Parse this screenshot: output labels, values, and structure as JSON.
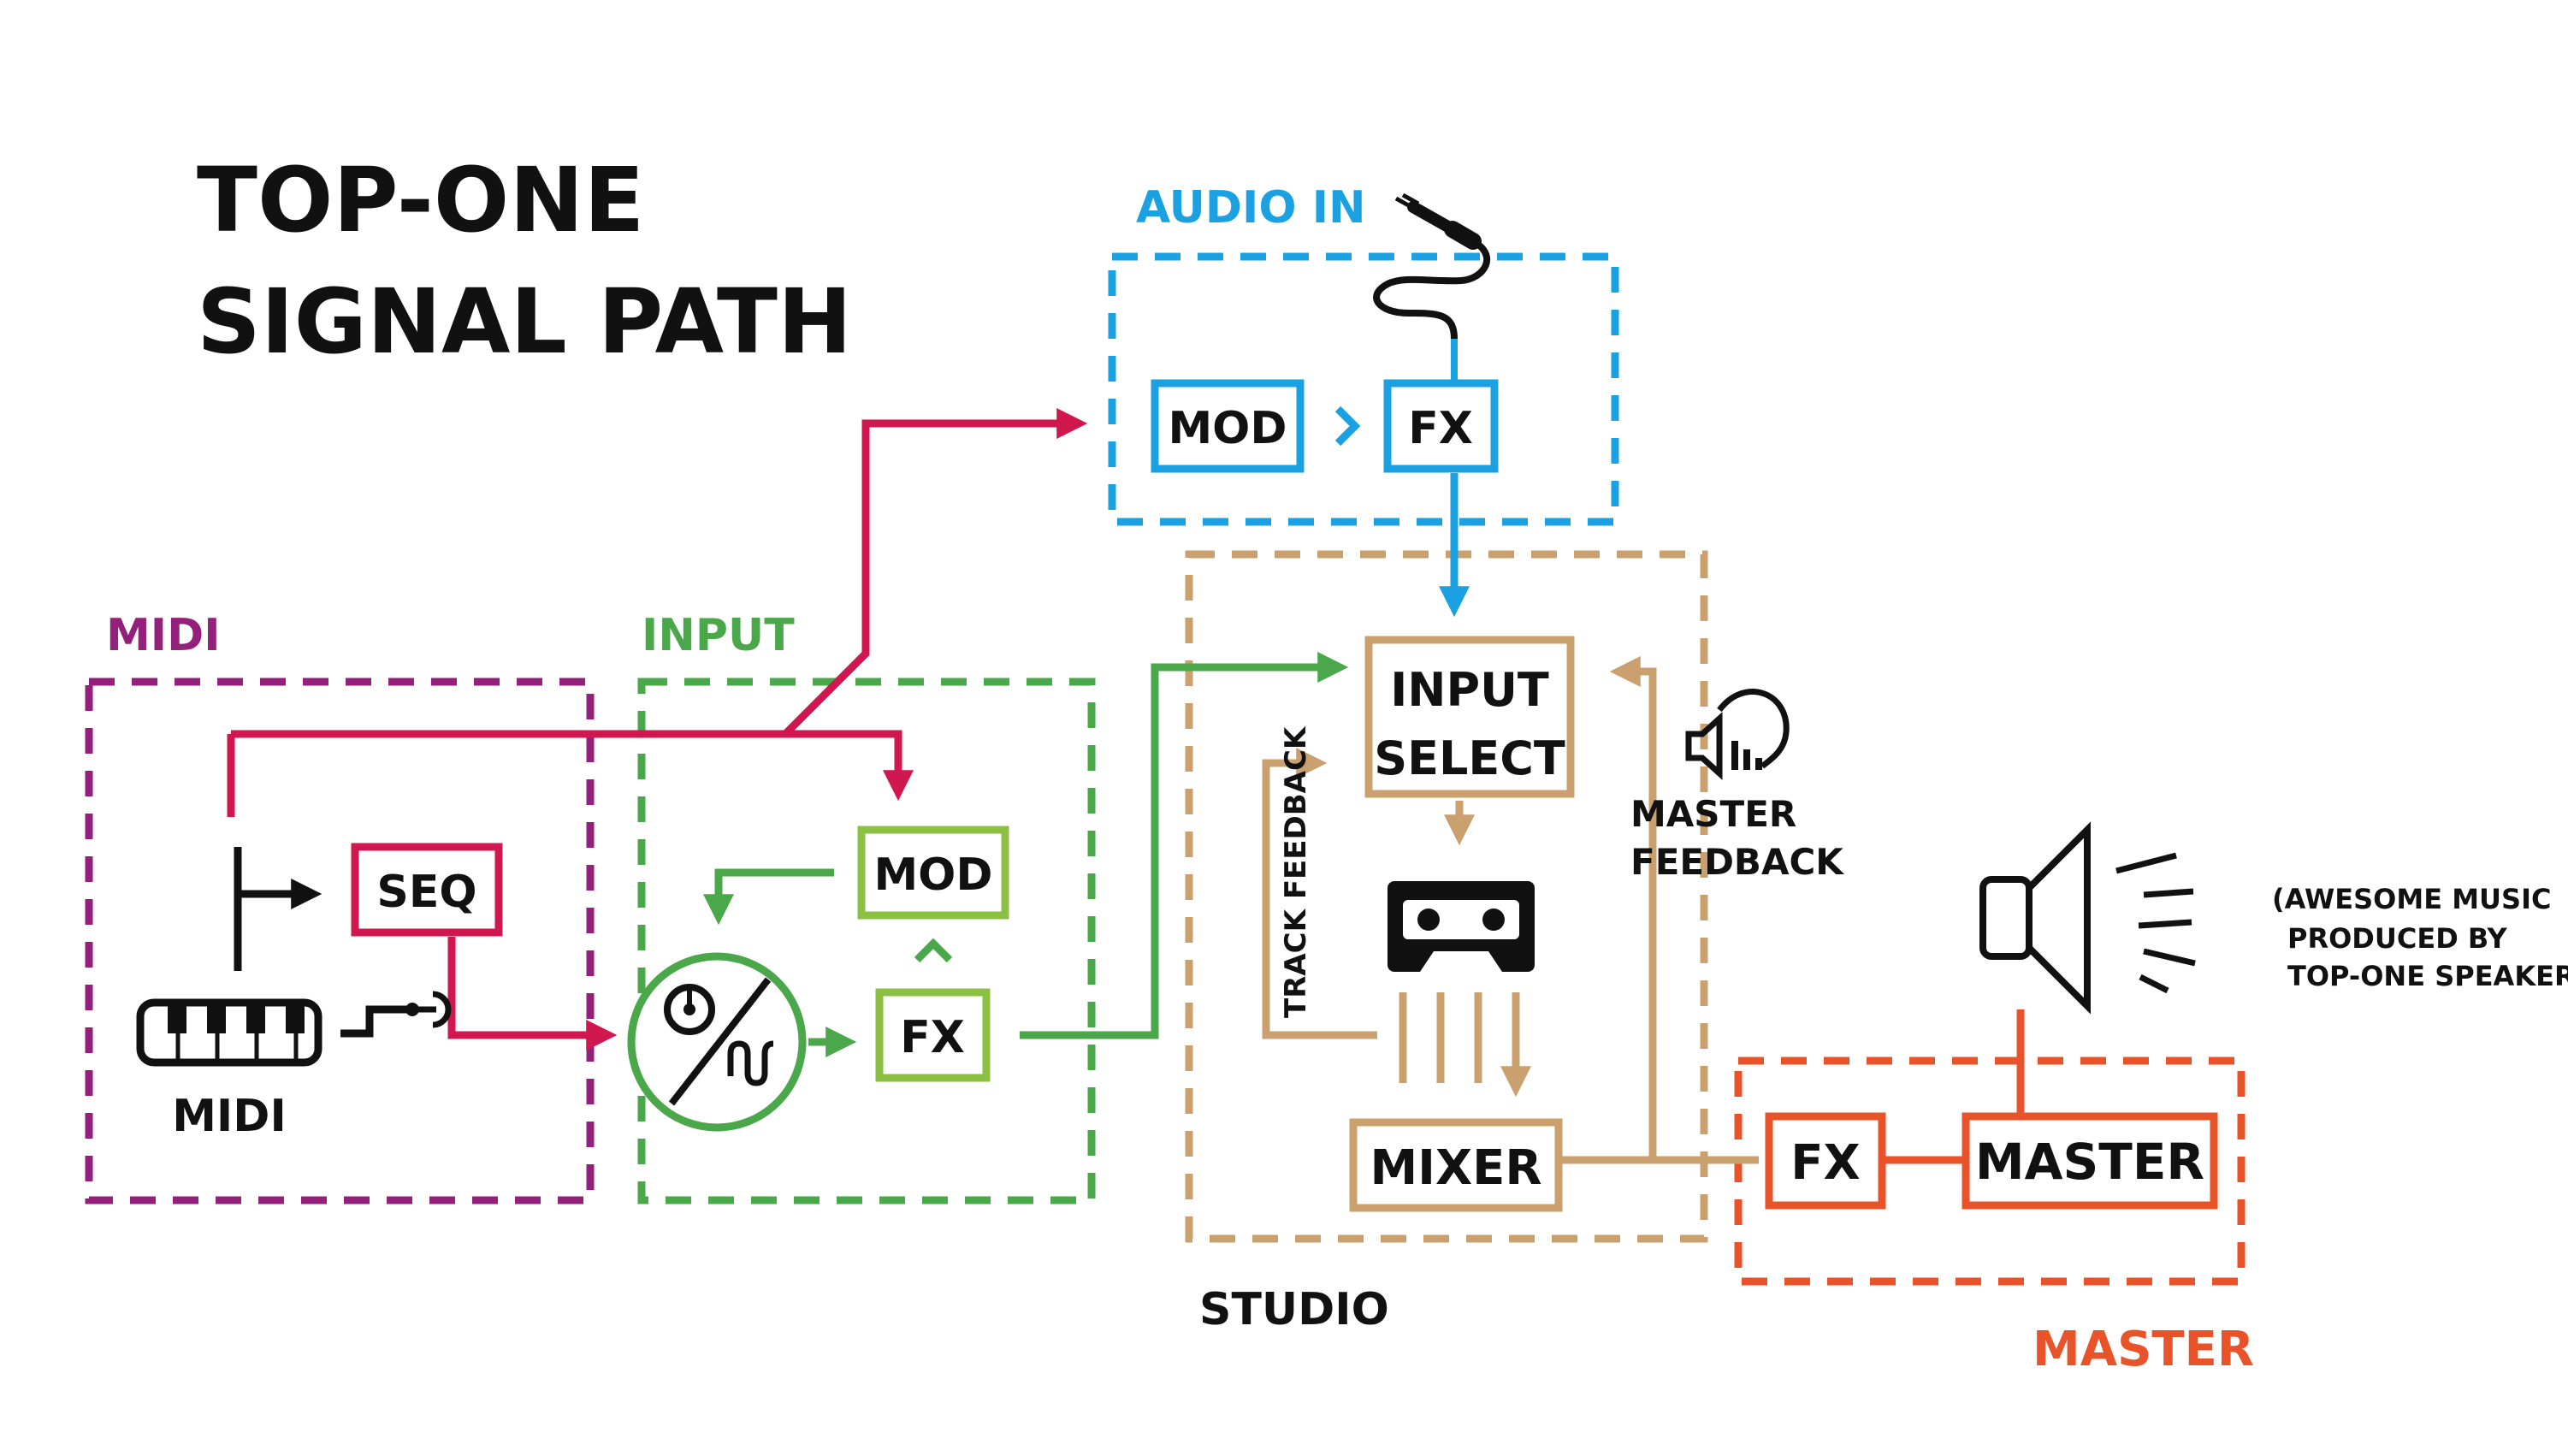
{
  "title": {
    "line1": "TOP-ONE",
    "line2": "SIGNAL PATH"
  },
  "colors": {
    "midi": "#93207a",
    "input": "#4aa84a",
    "input_light": "#8cc043",
    "audio": "#1ba1e2",
    "studio": "#c9a06e",
    "master": "#e8532a",
    "signal": "#d1174f",
    "ink": "#111111"
  },
  "sections": {
    "midi": "MIDI",
    "input": "INPUT",
    "audio_in": "AUDIO IN",
    "studio": "STUDIO",
    "master": "MASTER"
  },
  "blocks": {
    "seq": "SEQ",
    "midi_keyboard_label": "MIDI",
    "input_mod": "MOD",
    "input_fx": "FX",
    "audio_mod": "MOD",
    "audio_fx": "FX",
    "input_select_line1": "INPUT",
    "input_select_line2": "SELECT",
    "mixer": "MIXER",
    "master_fx": "FX",
    "master": "MASTER"
  },
  "labels": {
    "track_feedback": "TRACK FEEDBACK",
    "master_feedback_line1": "MASTER",
    "master_feedback_line2": "FEEDBACK",
    "speaker_note_line1": "(AWESOME MUSIC",
    "speaker_note_line2": "PRODUCED BY",
    "speaker_note_line3": "TOP-ONE SPEAKER)"
  },
  "icons": {
    "keyboard": "piano-keyboard-icon",
    "jack": "audio-jack-icon",
    "synth": "synth-oscillator-icon",
    "cassette": "cassette-icon",
    "feedback": "feedback-speaker-icon",
    "speaker": "speaker-icon"
  }
}
